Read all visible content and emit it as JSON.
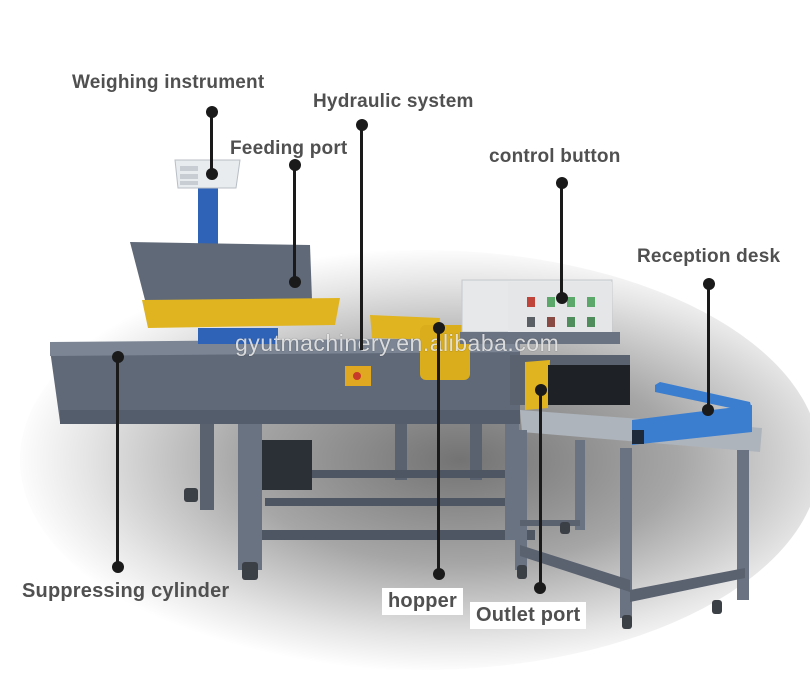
{
  "diagram": {
    "type": "labeled-product-photo",
    "subject": "bagging / baling machine with weighing and sealing",
    "watermark": "gyutmachinery.en.alibaba.com",
    "colors": {
      "machine_body": "#5f6978",
      "accent_yellow": "#e0b420",
      "accent_blue": "#2f63b8",
      "label_text": "#505050",
      "leader_line": "#1a1a1a"
    },
    "labels": [
      {
        "id": "weighing-instrument",
        "text": "Weighing instrument"
      },
      {
        "id": "hydraulic-system",
        "text": "Hydraulic system"
      },
      {
        "id": "feeding-port",
        "text": "Feeding port"
      },
      {
        "id": "control-button",
        "text": "control button"
      },
      {
        "id": "reception-desk",
        "text": "Reception desk"
      },
      {
        "id": "suppressing-cylinder",
        "text": "Suppressing cylinder"
      },
      {
        "id": "hopper",
        "text": "hopper"
      },
      {
        "id": "outlet-port",
        "text": "Outlet port"
      }
    ]
  }
}
